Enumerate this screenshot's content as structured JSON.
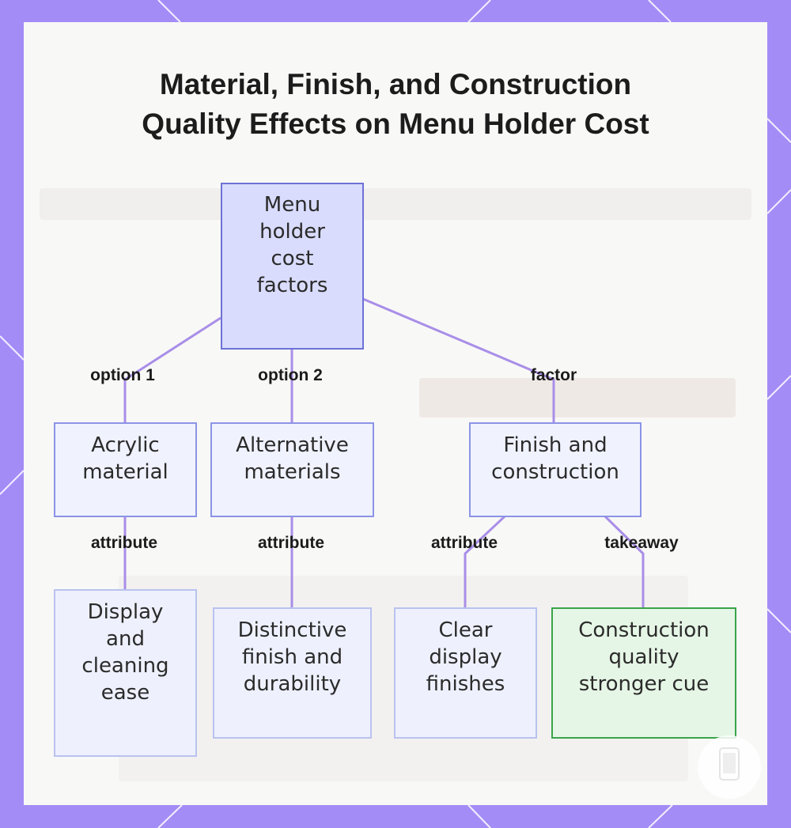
{
  "title": {
    "line1": "Material, Finish, and Construction",
    "line2": "Quality Effects on Menu Holder Cost"
  },
  "nodes": {
    "root": [
      "Menu",
      "holder",
      "cost",
      "factors"
    ],
    "acrylic": [
      "Acrylic",
      "material"
    ],
    "alternative": [
      "Alternative",
      "materials"
    ],
    "finish": [
      "Finish and",
      "construction"
    ],
    "display": [
      "Display",
      "and",
      "cleaning",
      "ease"
    ],
    "distinctive": [
      "Distinctive",
      "finish and",
      "durability"
    ],
    "clear": [
      "Clear",
      "display",
      "finishes"
    ],
    "quality": [
      "Construction",
      "quality",
      "stronger cue"
    ]
  },
  "edge_labels": {
    "option1": "option 1",
    "option2": "option 2",
    "factor": "factor",
    "attr1": "attribute",
    "attr2": "attribute",
    "attr3": "attribute",
    "takeaway": "takeaway"
  },
  "colors": {
    "frame": "#a48cf6",
    "root_fill": "#d9dcfd",
    "root_border": "#6d72d6",
    "edge": "#a98ee8",
    "highlight_border": "#3aa44a",
    "highlight_fill": "#e6f6e6"
  },
  "icons": [
    "phone-icon"
  ]
}
